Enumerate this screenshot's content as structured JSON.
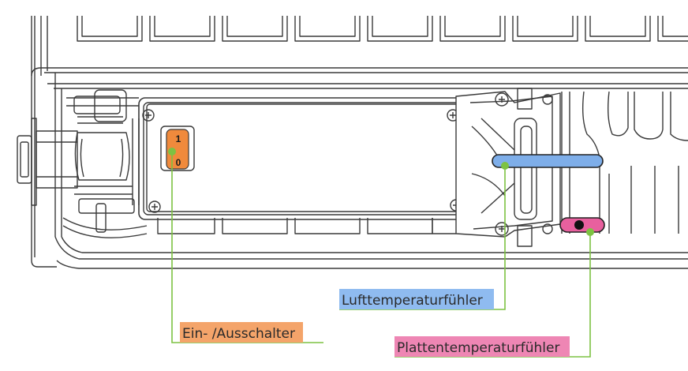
{
  "switch": {
    "on": "1",
    "off": "0"
  },
  "callouts": [
    {
      "id": "switch",
      "text": "Ein- /Ausschalter",
      "color": "#f4a46a"
    },
    {
      "id": "air",
      "text": "Lufttemperaturfühler",
      "color": "#8fbbf0"
    },
    {
      "id": "plate",
      "text": "Plattentemperaturfühler",
      "color": "#ee86b4"
    }
  ],
  "colors": {
    "leader": "#7dc242",
    "switch_body": "#f08a3c",
    "air_sensor": "#7eaee9",
    "plate_sensor": "#e8609e",
    "outline": "#3a3a3a"
  }
}
